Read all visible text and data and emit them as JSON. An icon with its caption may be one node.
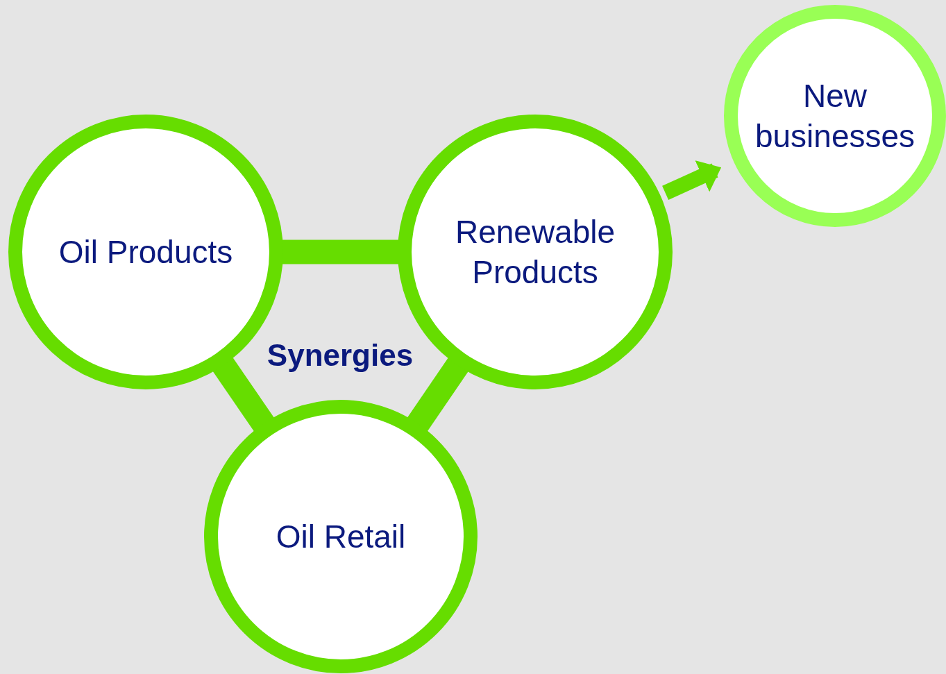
{
  "diagram": {
    "nodes": [
      {
        "text": [
          "Oil Products"
        ]
      },
      {
        "text": [
          "Renewable Products"
        ]
      },
      {
        "text": [
          "Oil Retail"
        ]
      },
      {
        "text": [
          "New businesses"
        ]
      }
    ],
    "edges": [
      {
        "from": 0,
        "to": 1,
        "arrow": "none"
      },
      {
        "from": 0,
        "to": 2,
        "arrow": "none"
      },
      {
        "from": 1,
        "to": 2,
        "arrow": "none"
      },
      {
        "from": 1,
        "to": 3,
        "arrow": "to"
      }
    ],
    "labels": [
      "Synergies"
    ]
  }
}
